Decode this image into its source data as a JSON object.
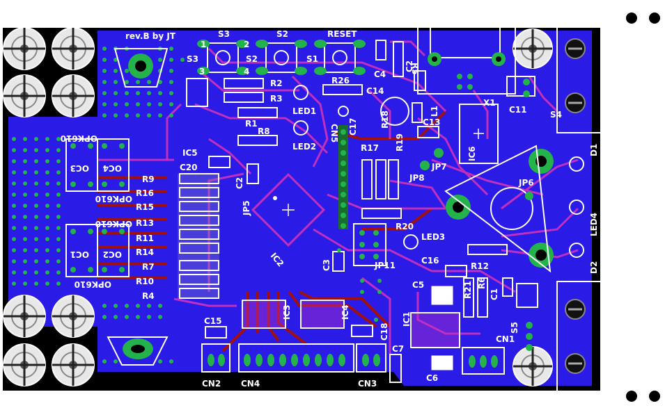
{
  "board": {
    "title": "rev.B by JT",
    "colors": {
      "background": "#ffffff",
      "board": "#000000",
      "copper_pour": "#2b1be6",
      "trace_top": "#c02fc0",
      "trace_bottom": "#a01010",
      "silk": "#ffffff",
      "pad": "#23b34a",
      "pad_dark": "#0f6b2a"
    }
  },
  "labels": {
    "S3": "S3",
    "S2": "S2",
    "RESET": "RESET",
    "S3b": "S3",
    "S2b": "S2",
    "S1": "S1",
    "R5": "R5",
    "C4": "C4",
    "C2b": "C2",
    "X1": "X1",
    "C11": "C11",
    "S4": "S4",
    "R2": "R2",
    "R3": "R3",
    "R26": "R26",
    "C14": "C14",
    "LED1": "LED1",
    "LED2": "LED2",
    "R1": "R1",
    "R8": "R8",
    "CN5": "CN5",
    "C17": "C17",
    "R17": "R17",
    "R18": "R18",
    "R19": "R19",
    "L1": "L1",
    "C13": "C13",
    "IC6": "IC6",
    "D1": "D1",
    "OPK1": "OPK610",
    "OC3": "OC3",
    "OC4": "OC4",
    "OPK2": "OPK610",
    "OPK3": "OPK610",
    "OC1": "OC1",
    "OC2": "OC2",
    "OPK4": "OPK610",
    "IC5": "IC5",
    "C20": "C20",
    "R9": "R9",
    "R16": "R16",
    "R15": "R15",
    "R13": "R13",
    "R11": "R11",
    "R14": "R14",
    "R7": "R7",
    "R10": "R10",
    "R4": "R4",
    "C2": "C2",
    "JP5": "JP5",
    "IC2": "IC2",
    "JP7": "JP7",
    "JP8": "JP8",
    "JP6": "JP6",
    "LED4": "LED4",
    "R20": "R20",
    "LED3": "LED3",
    "JP11": "JP11",
    "C3": "C3",
    "C16": "C16",
    "R12": "R12",
    "D2": "D2",
    "C5": "C5",
    "R21": "R21",
    "R6": "R6",
    "C1": "C1",
    "IC1": "IC1",
    "C6": "C6",
    "C7": "C7",
    "CN1": "CN1",
    "S5": "S5",
    "IC3": "IC3",
    "IC4": "IC4",
    "C15": "C15",
    "C18": "C18",
    "CN2": "CN2",
    "CN4": "CN4",
    "CN3": "CN3",
    "p1": "1",
    "p2": "2",
    "p3": "3",
    "p4": "4"
  }
}
